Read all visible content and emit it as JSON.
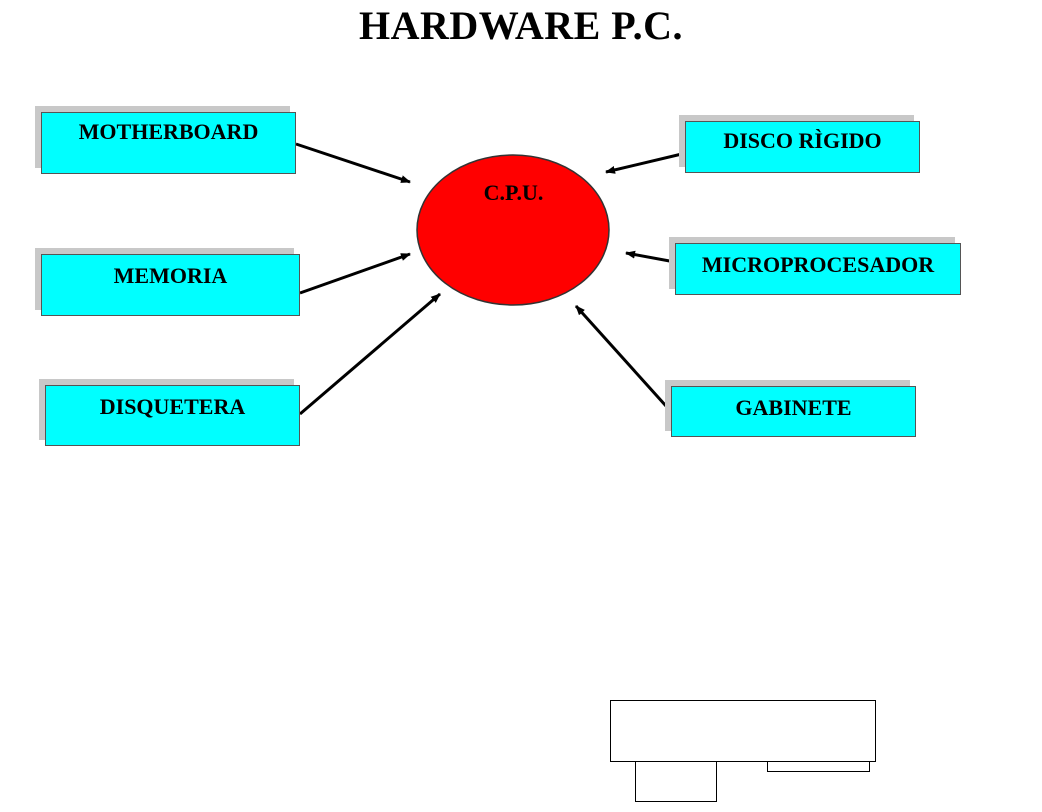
{
  "title": "HARDWARE P.C.",
  "center": {
    "label": "C.P.U.",
    "fill": "#ff0000"
  },
  "components": {
    "motherboard": "MOTHERBOARD",
    "memoria": "MEMORIA",
    "disquetera": "DISQUETERA",
    "disco_rigido": "DISCO RÌGIDO",
    "microprocesador": "MICROPROCESADOR",
    "gabinete": "GABINETE"
  },
  "colors": {
    "box": "#00ffff",
    "shadow": "#c8c8c8",
    "arrow": "#000000"
  }
}
